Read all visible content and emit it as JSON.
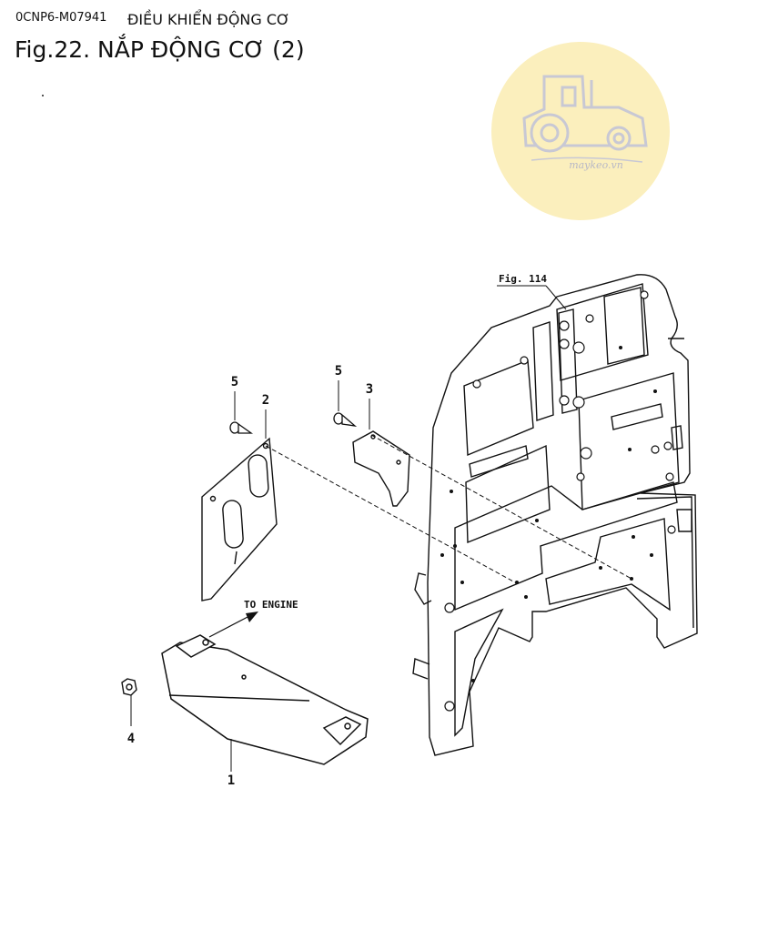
{
  "header": {
    "code": "0CNP6-M07941",
    "subtitle": "ĐIỀU KHIỂN ĐỘNG CƠ",
    "title": "Fig.22.  NẮP ĐỘNG CƠ (2)"
  },
  "watermark": {
    "text": "maykeo.vn",
    "color": "#fbefbd",
    "icon": "tractor-icon"
  },
  "diagram": {
    "callouts": [
      "5",
      "2",
      "5",
      "3",
      "4",
      "1"
    ],
    "fig_ref": "Fig. 114",
    "to_engine": "TO ENGINE"
  }
}
